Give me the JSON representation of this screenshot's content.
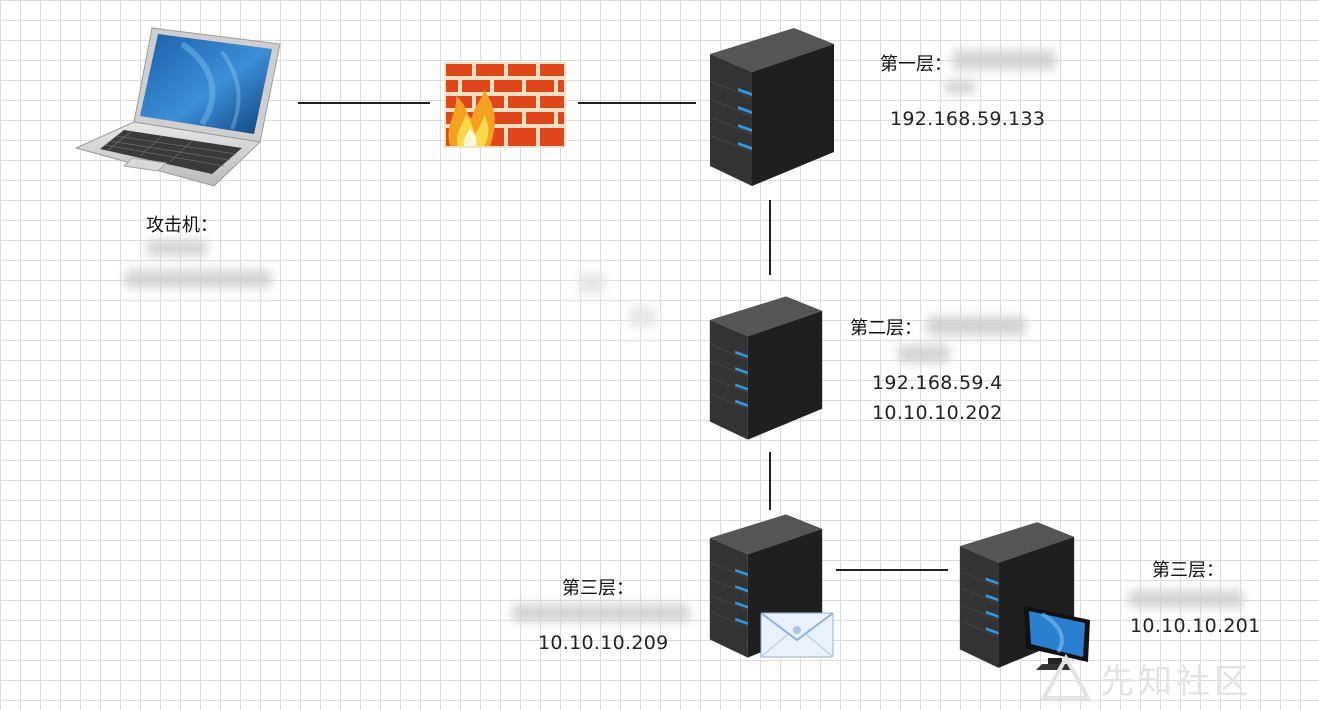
{
  "nodes": {
    "attacker": {
      "label": "攻击机："
    },
    "layer1": {
      "label": "第一层：",
      "ips": [
        "192.168.59.133"
      ]
    },
    "layer2": {
      "label": "第二层：",
      "ips": [
        "192.168.59.4",
        "10.10.10.202"
      ]
    },
    "layer3_mail": {
      "label": "第三层：",
      "ips": [
        "10.10.10.209"
      ]
    },
    "layer3_web": {
      "label": "第三层：",
      "ips": [
        "10.10.10.201"
      ]
    }
  },
  "watermark": {
    "text": "先知社区"
  },
  "colors": {
    "server_body": "#2d2d2d",
    "server_led": "#2f9be8",
    "firewall_brick": "#e2471c",
    "grid": "#dcdcdc"
  },
  "icons": [
    "laptop-icon",
    "firewall-icon",
    "server-icon",
    "mail-icon",
    "monitor-icon"
  ]
}
